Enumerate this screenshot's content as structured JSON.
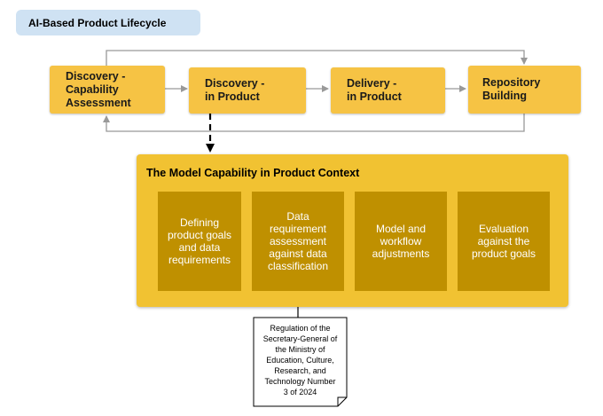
{
  "header": {
    "title": "AI-Based Product Lifecycle"
  },
  "lifecycle": {
    "stages": [
      {
        "id": "discovery-capability",
        "label": "Discovery -\nCapability\nAssessment"
      },
      {
        "id": "discovery-product",
        "label": "Discovery -\nin Product"
      },
      {
        "id": "delivery-product",
        "label": "Delivery -\nin Product"
      },
      {
        "id": "repository-building",
        "label": "Repository\nBuilding"
      }
    ]
  },
  "model_capability": {
    "title": "The Model Capability in Product Context",
    "steps": [
      {
        "id": "defining-goals",
        "label": "Defining\nproduct goals\nand data\nrequirements"
      },
      {
        "id": "data-assessment",
        "label": "Data\nrequirement\nassessment\nagainst data\nclassification"
      },
      {
        "id": "model-adjustments",
        "label": "Model and\nworkflow\nadjustments"
      },
      {
        "id": "evaluation",
        "label": "Evaluation\nagainst the\nproduct goals"
      }
    ]
  },
  "regulation_document": {
    "text": "Regulation of the\nSecretary-General of\nthe Ministry of\nEducation, Culture,\nResearch, and\nTechnology Number\n3 of 2024"
  },
  "colors": {
    "stage_fill": "#f6c344",
    "panel_fill": "#f1c232",
    "step_fill": "#bf9000",
    "title_fill": "#cfe2f3",
    "connector": "#999999"
  }
}
